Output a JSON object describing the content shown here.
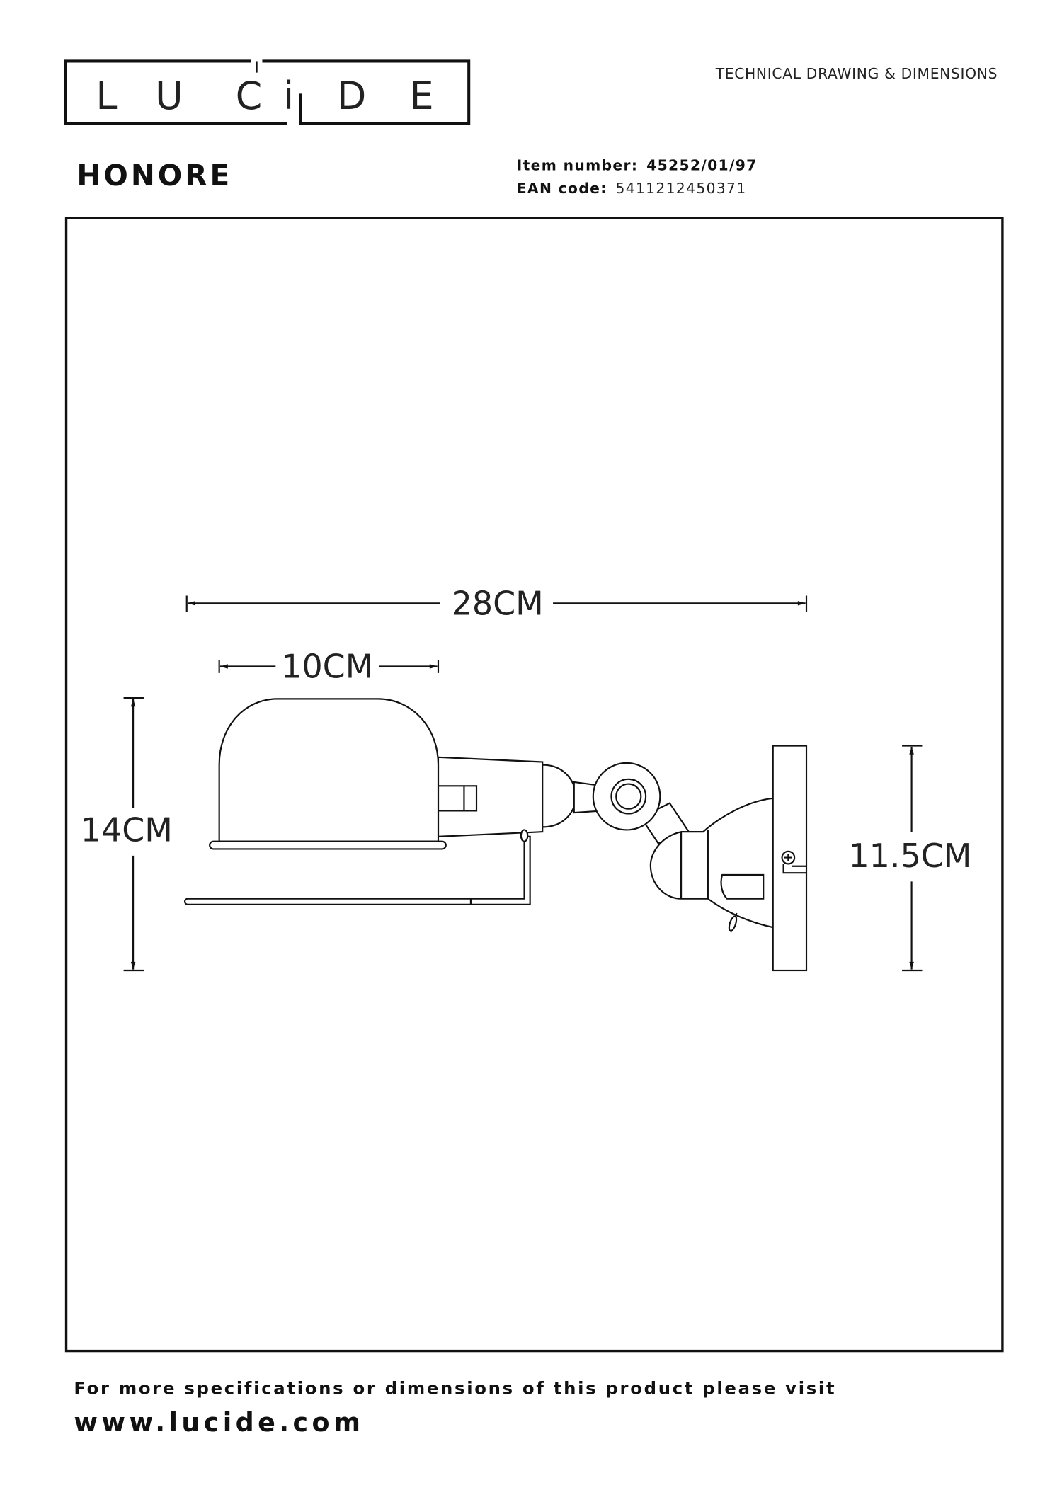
{
  "header": {
    "brand": "LUCIDE",
    "logo_letters": [
      "L",
      "U",
      "C",
      "i",
      "D",
      "E"
    ],
    "doc_title": "TECHNICAL DRAWING & DIMENSIONS"
  },
  "product": {
    "name": "HONORE",
    "item_number_label": "Item number:",
    "item_number": "45252/01/97",
    "ean_label": "EAN code:",
    "ean": "5411212450371"
  },
  "drawing": {
    "total_width": "28CM",
    "shade_width": "10CM",
    "total_height": "14CM",
    "plate_height": "11.5CM"
  },
  "footer": {
    "note": "For more specifications or dimensions of this product please visit",
    "url": "www.lucide.com"
  }
}
